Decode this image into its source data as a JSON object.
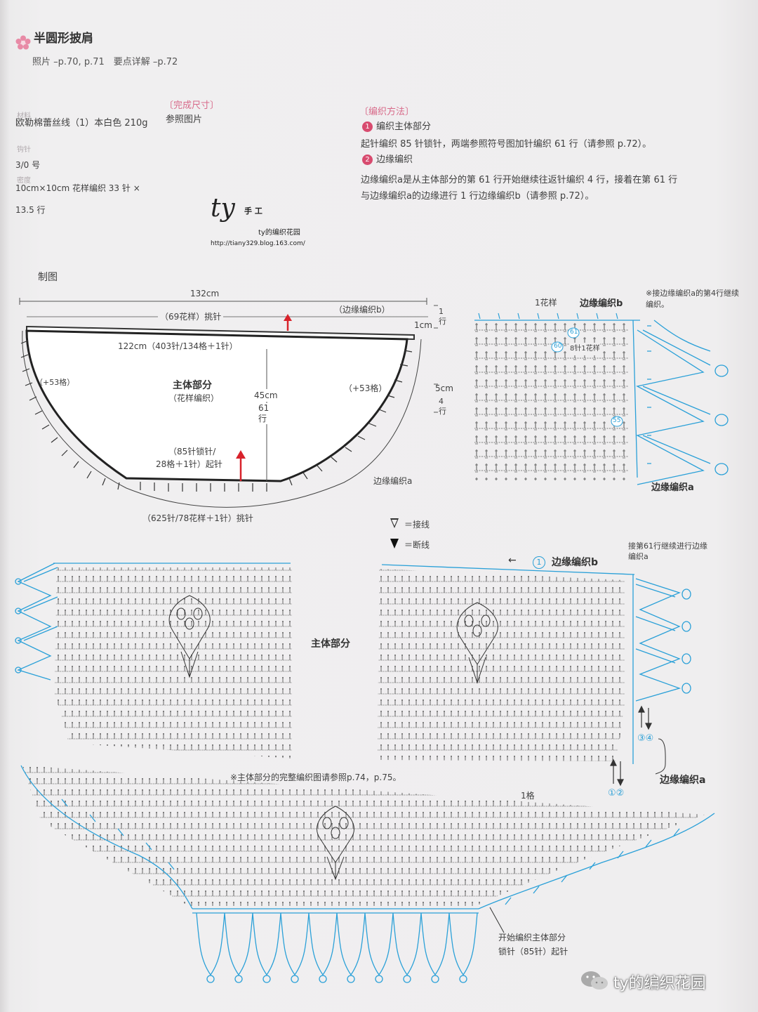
{
  "header": {
    "title": "半圆形披肩",
    "ref_line": "照片 –p.70, p.71　要点详解 –p.72"
  },
  "materials": {
    "yarn_label": "材料",
    "yarn_value": "欧勒棉蕾丝线（1）本白色 210g",
    "needle_label": "钩针",
    "needle_value": "3/0 号",
    "gauge_label": "密度",
    "gauge_value_1": "10cm×10cm 花样编织 33 针 ×",
    "gauge_value_2": "13.5 行"
  },
  "size": {
    "heading": "〔完成尺寸〕",
    "value": "参照图片"
  },
  "method": {
    "heading": "〔编织方法〕",
    "step1_num": "1",
    "step1_title": "编织主体部分",
    "step1_text": "起针编织 85 针锁针，两端参照符号图加针编织 61 行（请参照 p.72）。",
    "step2_num": "2",
    "step2_title": "边缘编织",
    "step2_text_1": "边缘编织a是从主体部分的第 61 行开始继续往返针编织 4 行，接着在第 61 行",
    "step2_text_2": "与边缘编织a的边缘进行 1 行边缘编织b（请参照 p.72）。"
  },
  "watermark": {
    "logo": "ty",
    "logo_sub": "手 工",
    "blog_name": "ty的编织花园",
    "url": "http://tiany329.blog.163.com/"
  },
  "diagram": {
    "heading": "制图",
    "width_total": "132cm",
    "top_pickup": "（69花样）挑针",
    "edge_b": "（边缘编织b）",
    "one_cm": "1cm",
    "one_row": "1\n行",
    "inner_width": "122cm（403针/134格＋1针）",
    "left_inc": "（+53格）",
    "right_inc": "（+53格）",
    "main_title": "主体部分",
    "main_sub": "（花样编织）",
    "height_cm": "45cm",
    "height_rows": "61\n行",
    "start_1": "（85针锁针/",
    "start_2": "28格＋1针）起针",
    "five_cm": "5cm",
    "four_rows": "4\n行",
    "edge_a": "边缘编织a",
    "bottom_pickup": "（625针/78花样＋1针）挑针"
  },
  "swatch": {
    "one_motif": "1花样",
    "edge_b": "边缘编织b",
    "note": "※接边缘编织a的第4行继续编织。",
    "row61": "61",
    "row60": "60",
    "row55": "55",
    "st_note": "8针1花样",
    "edge_a": "边缘编织a"
  },
  "legend": {
    "join": "＝接线",
    "cut": "＝断线"
  },
  "chart": {
    "edge_b_label": "边缘编织b",
    "edge_b_num": "1",
    "note_right": "接第61行继续进行边缘编织a",
    "main_label": "主体部分",
    "arrows_34": "③④",
    "arrows_12": "①②",
    "edge_a": "边缘编织a",
    "ref_note": "※主体部分的完整编织图请参照p.74，p.75。",
    "one_cell": "1格",
    "start_note_1": "开始编织主体部分",
    "start_note_2": "锁针（85针）起针"
  },
  "footer": {
    "brand": "ty的编织花园"
  }
}
